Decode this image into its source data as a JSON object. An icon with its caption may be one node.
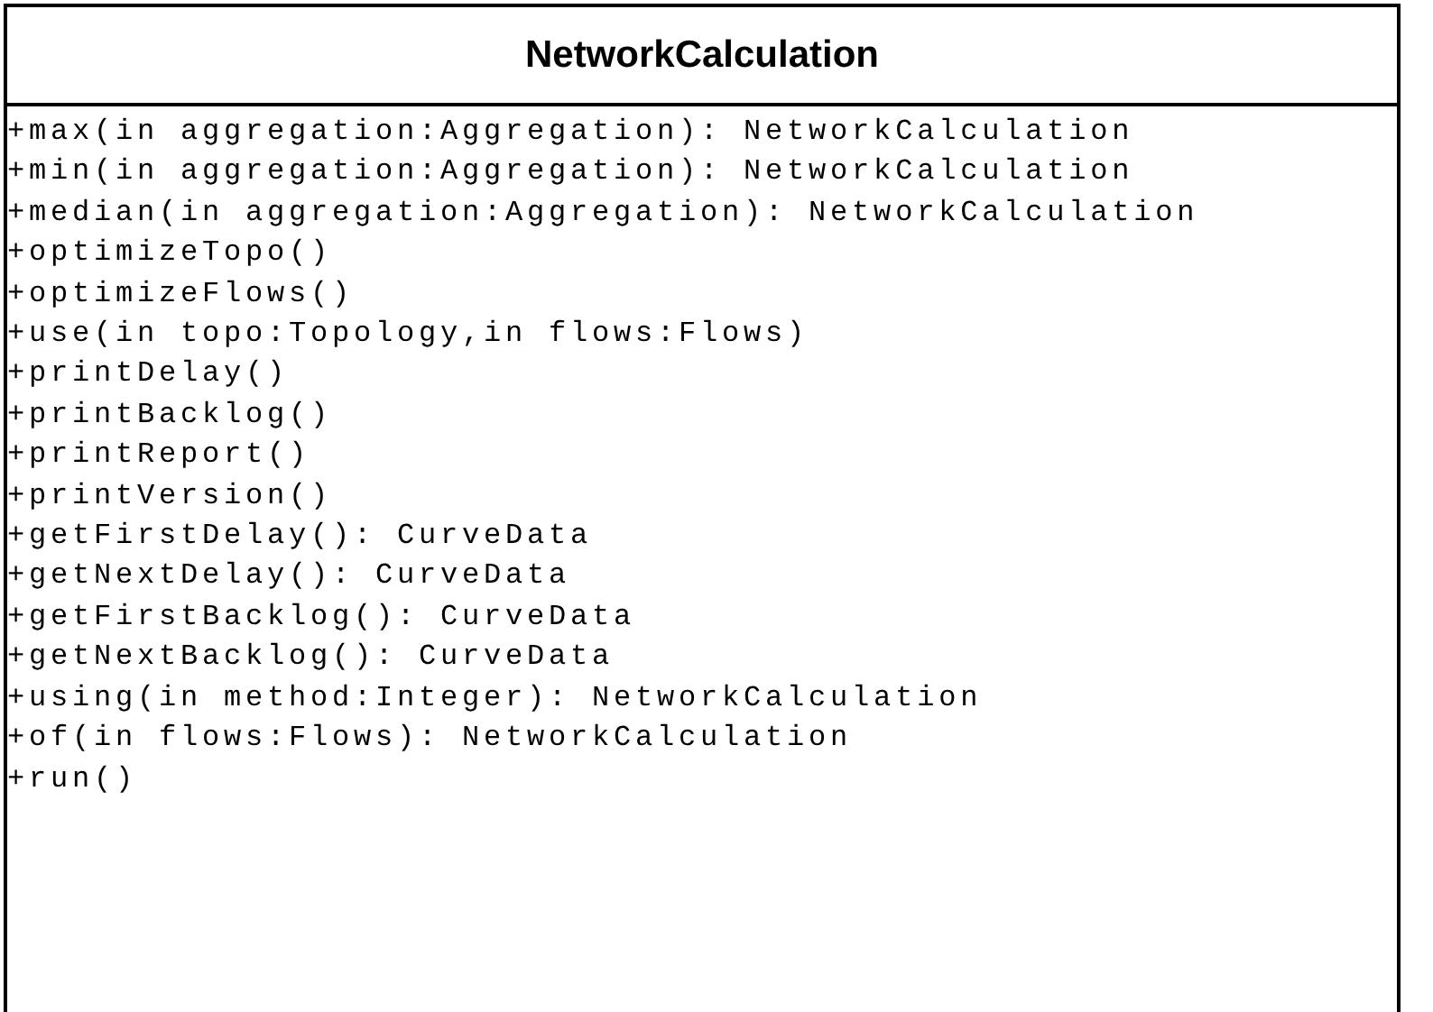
{
  "diagram": {
    "nodes": [
      {
        "text": [
          "NetworkCalculation",
          "+max(in aggregation:Aggregation): NetworkCalculation",
          "+min(in aggregation:Aggregation): NetworkCalculation",
          "+median(in aggregation:Aggregation): NetworkCalculation",
          "+optimizeTopo()",
          "+optimizeFlows()",
          "+use(in topo:Topology,in flows:Flows)",
          "+printDelay()",
          "+printBacklog()",
          "+printReport()",
          "+printVersion()",
          "+getFirstDelay(): CurveData",
          "+getNextDelay(): CurveData",
          "+getFirstBacklog(): CurveData",
          "+getNextBacklog(): CurveData",
          "+using(in method:Integer): NetworkCalculation",
          "+of(in flows:Flows): NetworkCalculation",
          "+run()"
        ]
      }
    ]
  }
}
